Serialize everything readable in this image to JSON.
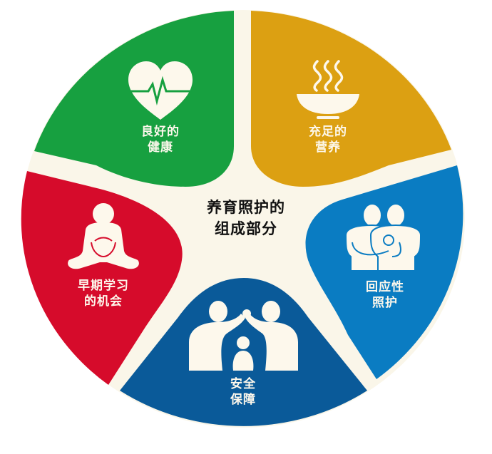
{
  "diagram": {
    "center_title": {
      "line1": "养育照护的",
      "line2": "组成部分"
    },
    "colors": {
      "background_disc": "#faf6e9",
      "good_health": "#17a040",
      "adequate_nutrition": "#dca012",
      "responsive_caregiving": "#0a7cc2",
      "security_safety": "#0a5a99",
      "early_learning": "#d60b2b",
      "icon_fill": "#fdf8ec"
    },
    "segments": [
      {
        "id": "good_health",
        "line1": "良好的",
        "line2": "健康",
        "icon": "heart-pulse-icon"
      },
      {
        "id": "adequate_nutrition",
        "line1": "充足的",
        "line2": "营养",
        "icon": "steaming-bowl-icon"
      },
      {
        "id": "responsive_caregiving",
        "line1": "回应性",
        "line2": "照护",
        "icon": "parents-holding-baby-icon"
      },
      {
        "id": "security_safety",
        "line1": "安全",
        "line2": "保障",
        "icon": "family-shelter-icon"
      },
      {
        "id": "early_learning",
        "line1": "早期学习",
        "line2": "的机会",
        "icon": "sitting-child-icon"
      }
    ]
  }
}
